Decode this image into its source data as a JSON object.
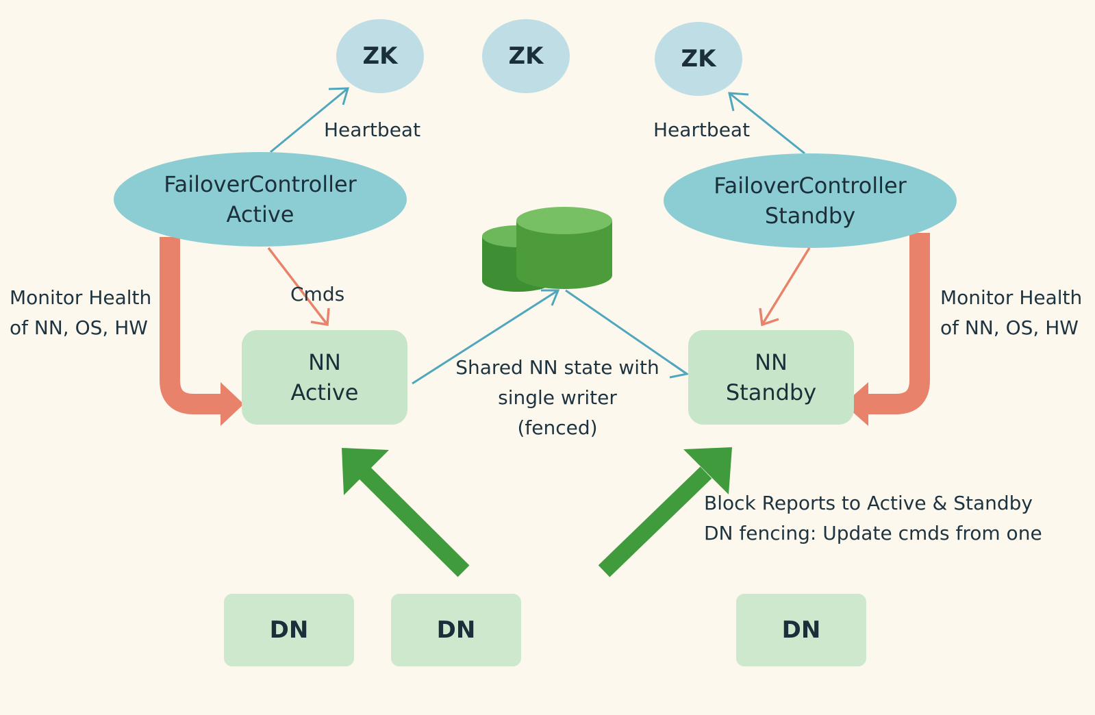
{
  "zookeeper": [
    {
      "label": "ZK"
    },
    {
      "label": "ZK"
    },
    {
      "label": "ZK"
    }
  ],
  "failover_controllers": {
    "active": {
      "line1": "FailoverController",
      "line2": "Active"
    },
    "standby": {
      "line1": "FailoverController",
      "line2": "Standby"
    }
  },
  "namenodes": {
    "active": {
      "line1": "NN",
      "line2": "Active"
    },
    "standby": {
      "line1": "NN",
      "line2": "Standby"
    }
  },
  "datanodes": [
    {
      "label": "DN"
    },
    {
      "label": "DN"
    },
    {
      "label": "DN"
    }
  ],
  "labels": {
    "heartbeat_left": "Heartbeat",
    "heartbeat_right": "Heartbeat",
    "cmds": "Cmds",
    "monitor_left": {
      "line1": "Monitor Health",
      "line2": "of NN, OS, HW"
    },
    "monitor_right": {
      "line1": "Monitor Health",
      "line2": "of NN, OS, HW"
    },
    "shared_state": {
      "line1": "Shared NN state with",
      "line2": "single writer",
      "line3": "(fenced)"
    },
    "block_reports": {
      "line1": "Block Reports to Active & Standby",
      "line2": "DN fencing: Update cmds from one"
    }
  },
  "colors": {
    "background": "#fcf8ee",
    "zk_fill": "#bfdde4",
    "fc_fill": "#8ccdd4",
    "nn_fill": "#c7e5c8",
    "dn_fill": "#cde8cc",
    "heartbeat_arrow": "#4fa6bd",
    "monitor_arrow": "#e8826a",
    "block_report_arrow": "#3f9b3b",
    "storage_green": "#4c9c3c"
  }
}
